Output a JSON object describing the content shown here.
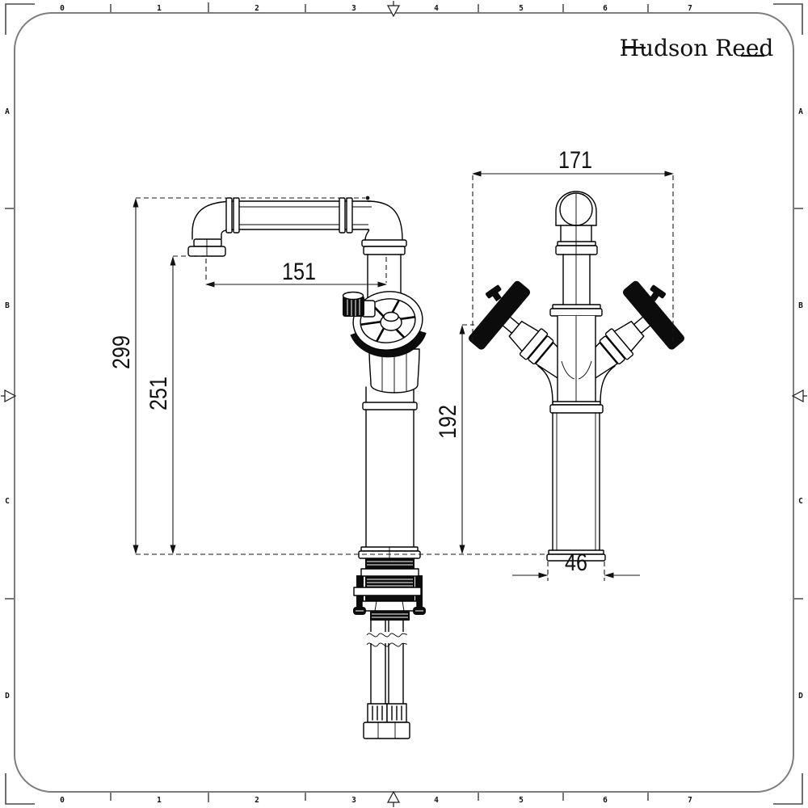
{
  "brand": {
    "name": "Hudson Reed"
  },
  "ruler": {
    "top": [
      "0",
      "1",
      "2",
      "3",
      "4",
      "5",
      "6",
      "7"
    ],
    "bottom": [
      "0",
      "1",
      "2",
      "3",
      "4",
      "5",
      "6",
      "7"
    ],
    "left": [
      "A",
      "B",
      "C",
      "D"
    ],
    "right": [
      "A",
      "B",
      "C",
      "D"
    ]
  },
  "dimensions": {
    "side_view": {
      "spout_reach": "151",
      "overall_height": "299",
      "spout_outlet_height": "251"
    },
    "front_view": {
      "overall_width": "171",
      "handle_top_height": "192",
      "base_width": "46"
    }
  },
  "colors": {
    "line": "#000000",
    "frame": "#7d7d7d",
    "background": "#ffffff"
  }
}
